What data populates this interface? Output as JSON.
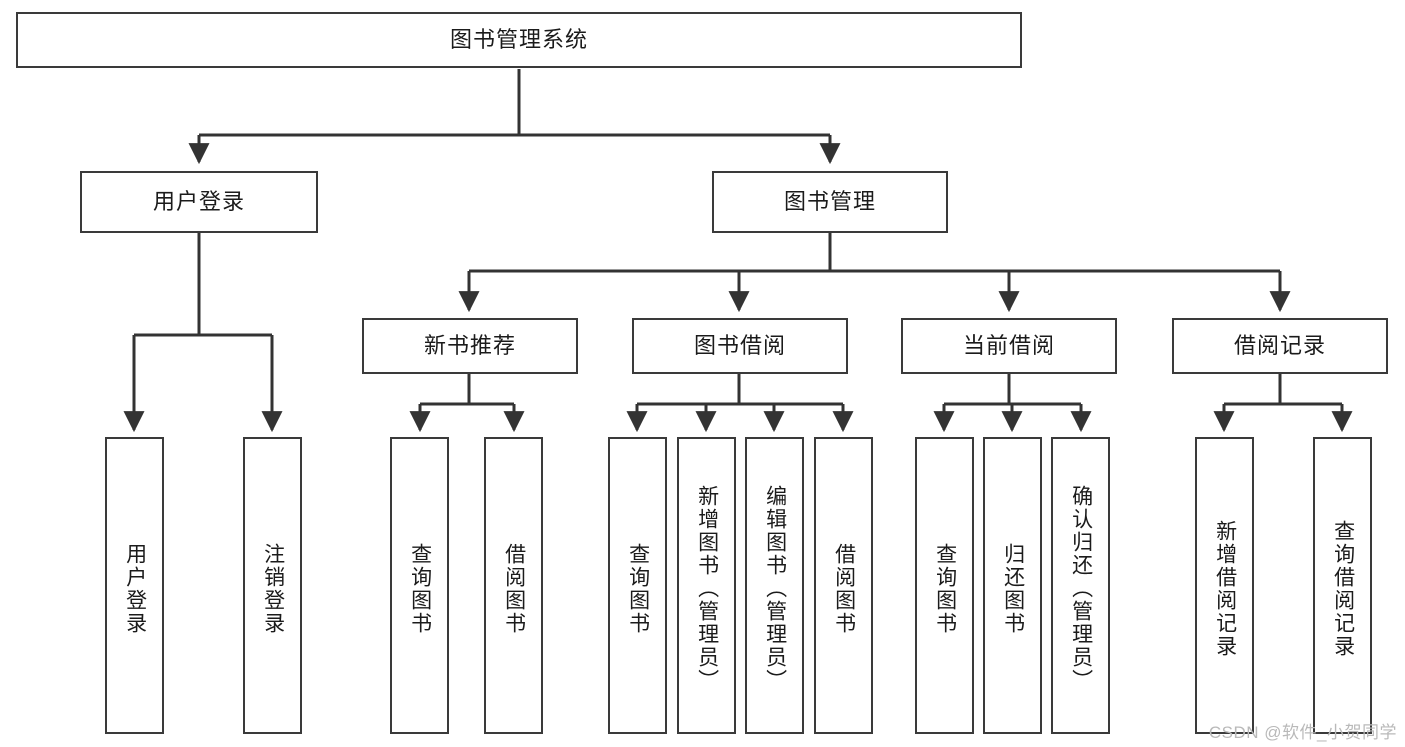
{
  "diagram": {
    "title": "图书管理系统",
    "type": "tree",
    "watermark": "CSDN @软件_小贺同学",
    "colors": {
      "box_border": "#3a3a3a",
      "box_fill": "#ffffff",
      "edge": "#333333",
      "text": "#1b1b1b",
      "watermark": "#b9b9b9"
    },
    "nodes": {
      "root": {
        "label": "图书管理系统",
        "level": 0,
        "orientation": "horizontal"
      },
      "l1": [
        {
          "id": "user_login",
          "label": "用户登录",
          "orientation": "horizontal"
        },
        {
          "id": "book_mgmt",
          "label": "图书管理",
          "orientation": "horizontal"
        }
      ],
      "l2": [
        {
          "id": "new_book_rec",
          "label": "新书推荐",
          "parent": "book_mgmt",
          "orientation": "horizontal"
        },
        {
          "id": "book_borrow",
          "label": "图书借阅",
          "parent": "book_mgmt",
          "orientation": "horizontal"
        },
        {
          "id": "current_borrow",
          "label": "当前借阅",
          "parent": "book_mgmt",
          "orientation": "horizontal"
        },
        {
          "id": "borrow_record",
          "label": "借阅记录",
          "parent": "book_mgmt",
          "orientation": "horizontal"
        }
      ],
      "leaves": [
        {
          "id": "leaf_user_login",
          "label": "用户登录",
          "parent": "user_login",
          "orientation": "vertical"
        },
        {
          "id": "leaf_user_logout",
          "label": "注销登录",
          "parent": "user_login",
          "orientation": "vertical"
        },
        {
          "id": "leaf_query_book_1",
          "label": "查询图书",
          "parent": "new_book_rec",
          "orientation": "vertical"
        },
        {
          "id": "leaf_borrow_book_1",
          "label": "借阅图书",
          "parent": "new_book_rec",
          "orientation": "vertical"
        },
        {
          "id": "leaf_query_book_2",
          "label": "查询图书",
          "parent": "book_borrow",
          "orientation": "vertical"
        },
        {
          "id": "leaf_add_book",
          "label": "新增图书（管理员）",
          "parent": "book_borrow",
          "orientation": "vertical"
        },
        {
          "id": "leaf_edit_book",
          "label": "编辑图书（管理员）",
          "parent": "book_borrow",
          "orientation": "vertical"
        },
        {
          "id": "leaf_borrow_book_2",
          "label": "借阅图书",
          "parent": "book_borrow",
          "orientation": "vertical"
        },
        {
          "id": "leaf_query_book_3",
          "label": "查询图书",
          "parent": "current_borrow",
          "orientation": "vertical"
        },
        {
          "id": "leaf_return_book",
          "label": "归还图书",
          "parent": "current_borrow",
          "orientation": "vertical"
        },
        {
          "id": "leaf_confirm_return",
          "label": "确认归还（管理员）",
          "parent": "current_borrow",
          "orientation": "vertical"
        },
        {
          "id": "leaf_add_record",
          "label": "新增借阅记录",
          "parent": "borrow_record",
          "orientation": "vertical"
        },
        {
          "id": "leaf_query_record",
          "label": "查询借阅记录",
          "parent": "borrow_record",
          "orientation": "vertical"
        }
      ]
    }
  }
}
